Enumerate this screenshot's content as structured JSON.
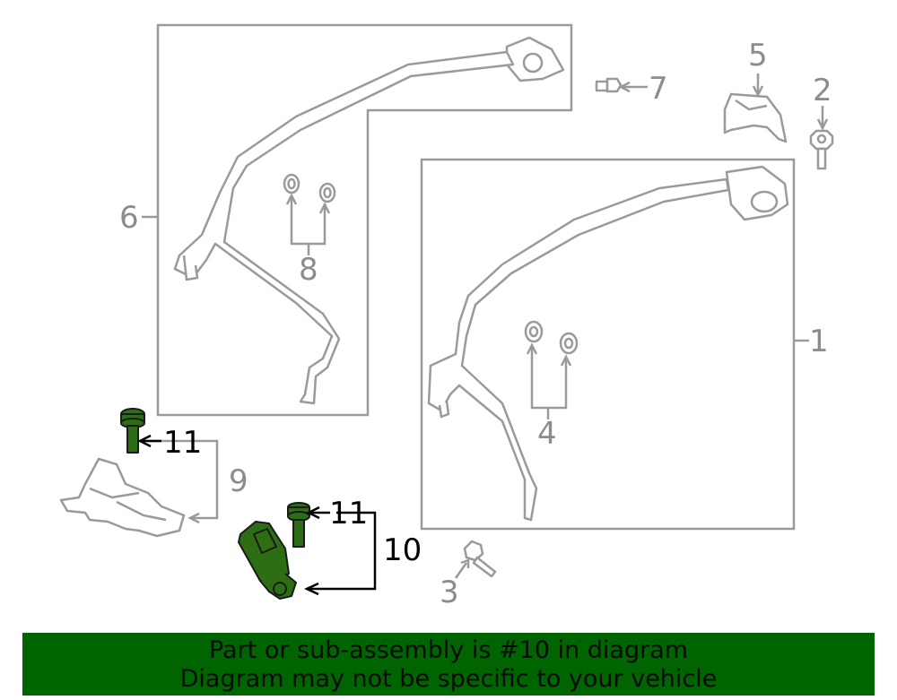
{
  "diagram": {
    "callouts": {
      "c1": "1",
      "c2": "2",
      "c3": "3",
      "c4": "4",
      "c5": "5",
      "c6": "6",
      "c7": "7",
      "c8": "8",
      "c9": "9",
      "c10": "10",
      "c11a": "11",
      "c11b": "11"
    },
    "highlighted_part": "10"
  },
  "banner": {
    "line1": "Part or sub-assembly is #10 in diagram",
    "line2": "Diagram may not be specific to your vehicle",
    "background": "#006400"
  },
  "colors": {
    "part_stroke": "#9a9a9a",
    "highlight_fill": "#2d6e14"
  }
}
